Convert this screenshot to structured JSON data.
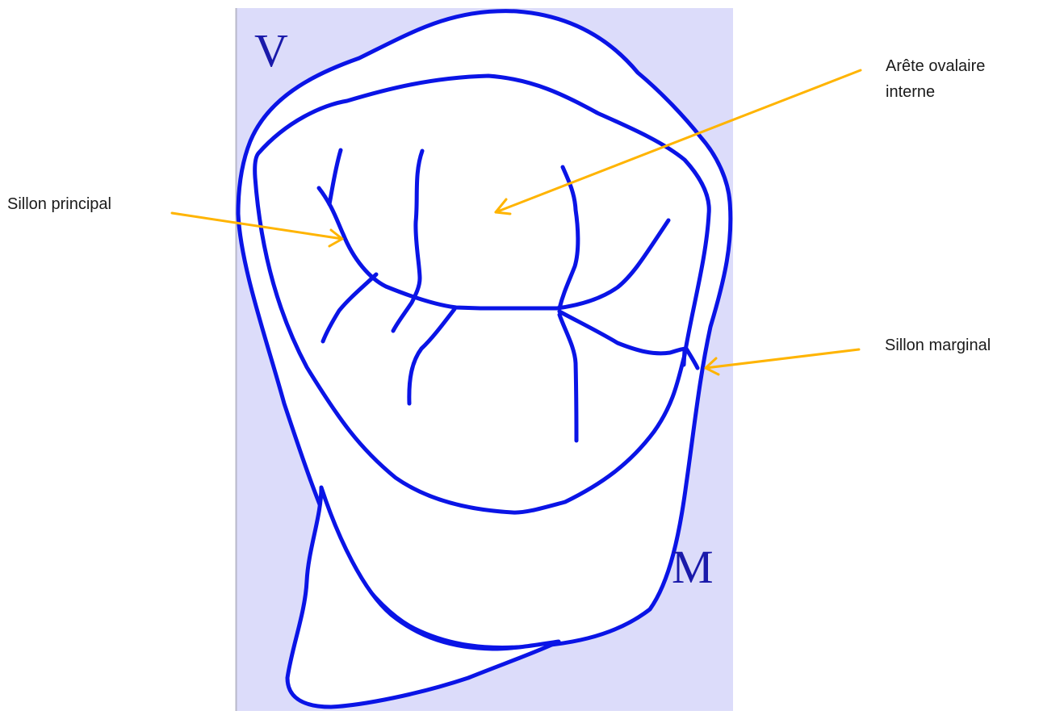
{
  "diagram": {
    "orientation_labels": {
      "vestibular": "V",
      "mesial": "M"
    },
    "callouts": [
      {
        "id": "arete",
        "lines": [
          "Arête ovalaire",
          "interne"
        ]
      },
      {
        "id": "principal",
        "lines": [
          "Sillon principal"
        ]
      },
      {
        "id": "marginal",
        "lines": [
          "Sillon marginal"
        ]
      }
    ]
  },
  "colors": {
    "panel": "#dcdcfa",
    "outline": "#0a14e6",
    "arrow": "#ffb400",
    "panel_edge": "#b8b8c8"
  }
}
